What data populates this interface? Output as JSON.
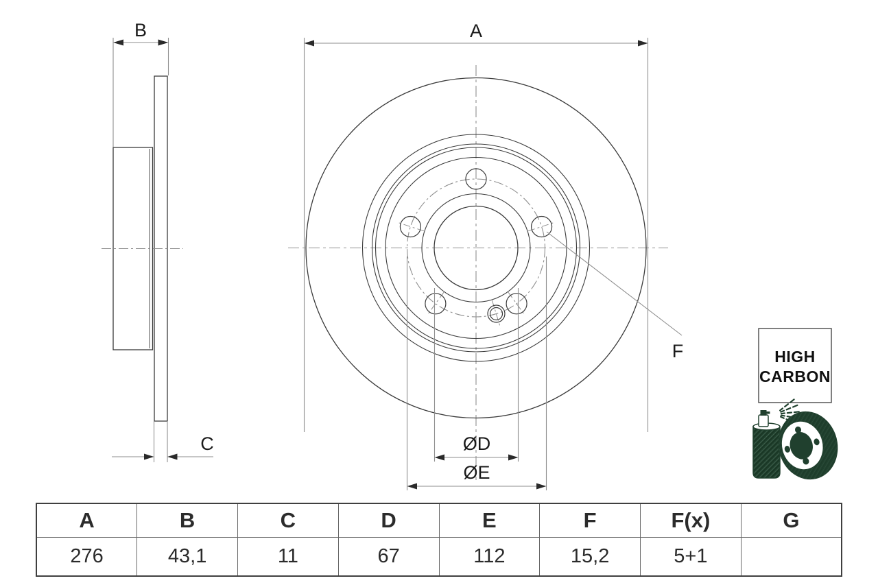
{
  "drawing": {
    "side_view": {
      "label_b": "B",
      "label_c": "C"
    },
    "front_view": {
      "label_a": "A",
      "label_f": "F",
      "label_d": "ØD",
      "label_e": "ØE"
    },
    "badge": {
      "line1": "HIGH",
      "line2": "CARBON"
    },
    "icon_name": "spray-coating-disc-icon",
    "colors": {
      "outline": "#3a3a3a",
      "auxiliary": "#8e8e8e",
      "arrow": "#2a2a2a",
      "icon_green": "#20402e",
      "text": "#1a1a1a"
    }
  },
  "table": {
    "headers": [
      "A",
      "B",
      "C",
      "D",
      "E",
      "F",
      "F(x)",
      "G"
    ],
    "values": [
      "276",
      "43,1",
      "11",
      "67",
      "112",
      "15,2",
      "5+1",
      ""
    ]
  }
}
